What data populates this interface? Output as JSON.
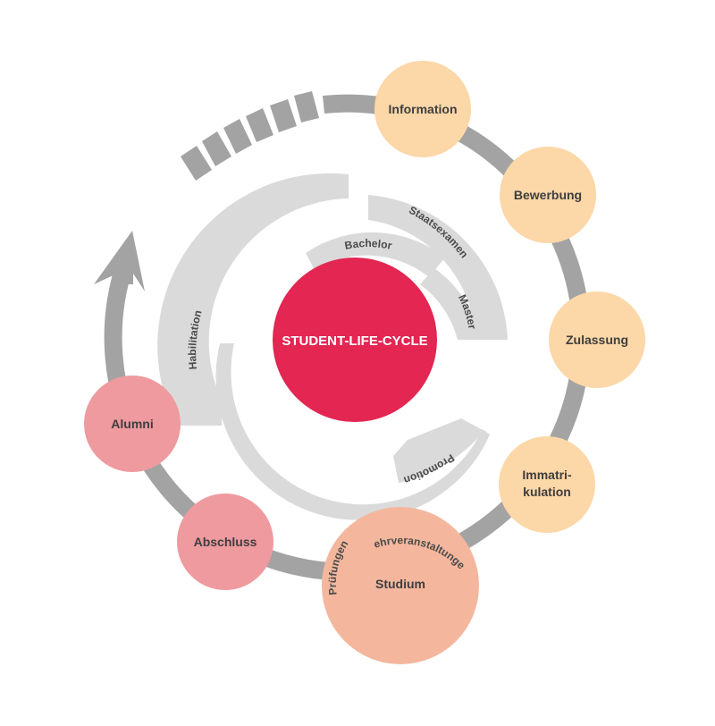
{
  "center": {
    "label": "STUDENT-LIFE-CYCLE"
  },
  "degrees": {
    "bachelor": "Bachelor",
    "master": "Master",
    "staatsexamen": "Staatsexamen",
    "promotion": "Promotion",
    "habilitation": "Habilitation"
  },
  "stages": {
    "information": "Information",
    "bewerbung": "Bewerbung",
    "zulassung": "Zulassung",
    "immatrikulation_1": "Immatri-",
    "immatrikulation_2": "kulation",
    "studium": "Studium",
    "lehrveranstaltungen": "Lehrveranstaltungen",
    "pruefungen": "Prüfungen",
    "abschluss": "Abschluss",
    "alumni": "Alumni"
  },
  "colors": {
    "ring": "#a3a3a3",
    "inner_band": "#dadada",
    "center": "#e32652",
    "pre_study": "#fcd7a8",
    "study": "#f4b79e",
    "post_study": "#ee9a9f",
    "text": "#3e3e3e"
  }
}
